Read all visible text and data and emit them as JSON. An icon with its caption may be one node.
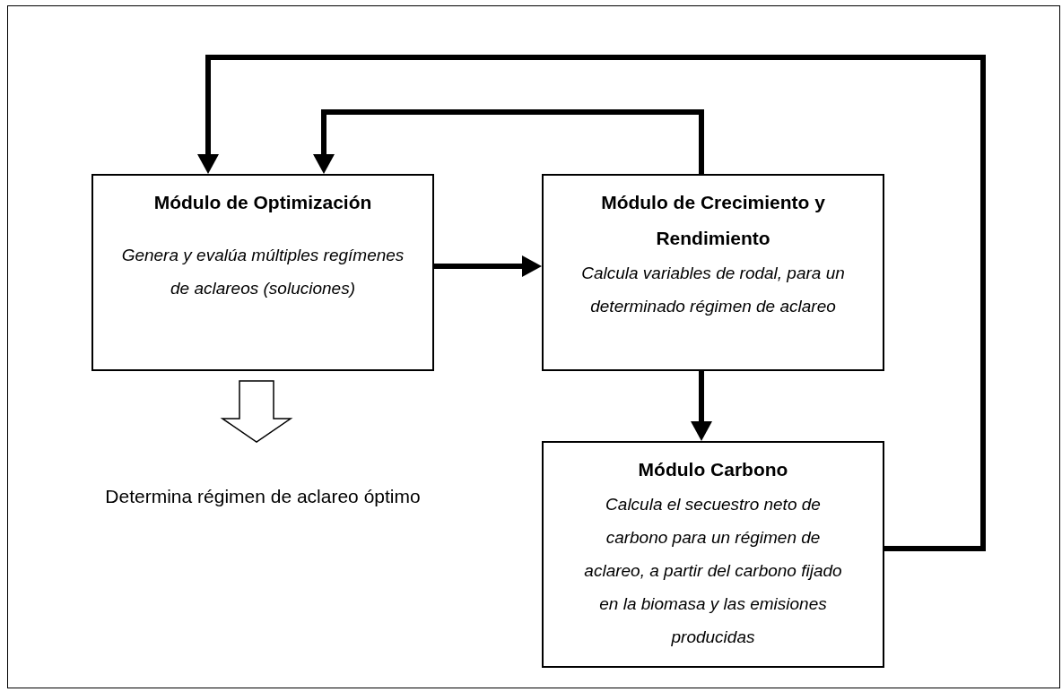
{
  "diagram": {
    "nodes": [
      {
        "text": [
          "Módulo de Optimización",
          "Genera y evalúa múltiples regímenes de aclareos (soluciones)"
        ]
      },
      {
        "text": [
          "Módulo de Crecimiento y Rendimiento",
          "Calcula variables de rodal, para un determinado régimen de aclareo"
        ]
      },
      {
        "text": [
          "Módulo Carbono",
          "Calcula el secuestro neto de carbono para un régimen de aclareo, a partir del carbono fijado en la biomasa y las emisiones producidas"
        ]
      },
      {
        "text": [
          "Determina régimen de aclareo óptimo"
        ]
      }
    ],
    "edges": [
      {
        "from": 0,
        "to": 1,
        "arrow": "to"
      },
      {
        "from": 1,
        "to": 2,
        "arrow": "to"
      },
      {
        "from": 1,
        "to": 0,
        "arrow": "to"
      },
      {
        "from": 2,
        "to": 0,
        "arrow": "to"
      },
      {
        "from": 0,
        "to": 3,
        "arrow": "to"
      }
    ]
  }
}
